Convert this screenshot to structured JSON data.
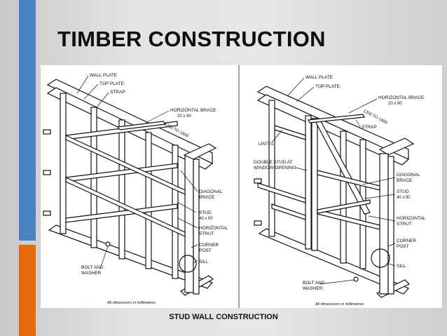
{
  "slide": {
    "title": "TIMBER CONSTRUCTION",
    "caption": "STUD WALL CONSTRUCTION",
    "accent_blue": "#4a80c4",
    "accent_orange": "#e36c0a"
  },
  "left_figure": {
    "labels": {
      "wall_plate": "WALL PLATE",
      "top_plate": "TOP PLATE",
      "strap": "STRAP",
      "horizontal_brace": "HORIZONTAL BRACE",
      "horizontal_brace_size": "20 x 90",
      "brace_length": "1200 TO 1800",
      "diagonal_brace_1": "DIAGONAL",
      "diagonal_brace_2": "BRACE",
      "stud_1": "STUD",
      "stud_2": "40 x 90",
      "horizontal_strut_1": "HORIZONTAL",
      "horizontal_strut_2": "STRUT",
      "corner_post_1": "CORNER",
      "corner_post_2": "POST",
      "sill": "SILL",
      "bolt_washer_1": "BOLT AND",
      "bolt_washer_2": "WASHER",
      "dimensions_note": "All dimensions in millimetres"
    }
  },
  "right_figure": {
    "labels": {
      "wall_plate": "WALL PLATE",
      "top_plate": "TOP PLATE",
      "horizontal_brace": "HORIZONTAL BRACE",
      "horizontal_brace_size": "20 x 90",
      "brace_length": "1200 TO 1800",
      "strap": "STRAP",
      "lintel": "LINTEL",
      "double_stud_1": "DOUBLE STUD AT",
      "double_stud_2": "WINDOW OPENING",
      "diagonal_brace_1": "DIAGONAL",
      "diagonal_brace_2": "BRACE",
      "stud_1": "STUD",
      "stud_2": "40 x 90",
      "horizontal_strut_1": "HORIZONTAL",
      "horizontal_strut_2": "STRUT",
      "corner_post_1": "CORNER",
      "corner_post_2": "POST",
      "sill": "SILL",
      "bolt_washer_1": "BOLT AND",
      "bolt_washer_2": "WASHER",
      "dimensions_note": "All dimensions in millimetres"
    }
  }
}
